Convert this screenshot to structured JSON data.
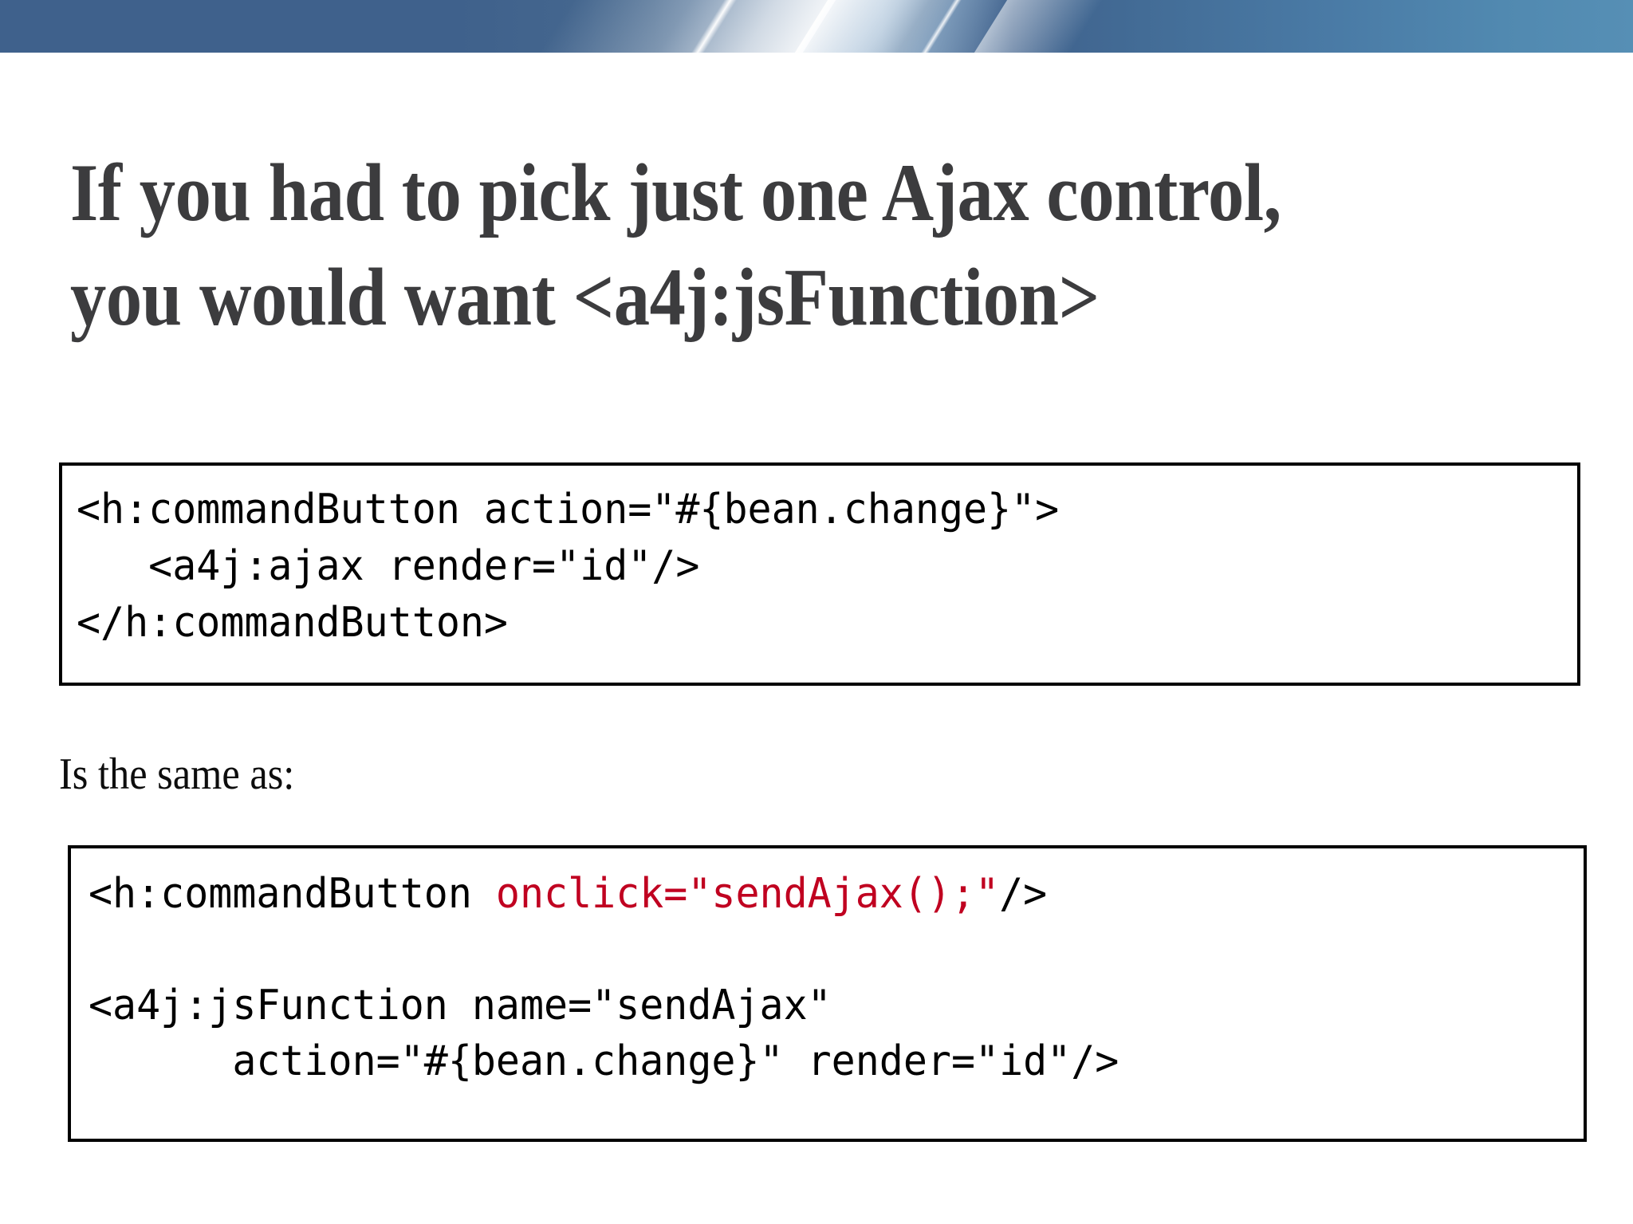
{
  "slide": {
    "title": "If you had to pick just one Ajax control, you would want <a4j:jsFunction>",
    "caption": "Is the same as:",
    "banner": {
      "base_color_left": "#3f618c",
      "base_color_right": "#5189b0",
      "highlight_color": "#ffffff"
    },
    "title_color": "#3c3c3e",
    "code_border_color": "#000000",
    "code_text_color": "#000000",
    "code_highlight_color": "#c00020"
  },
  "code_block_1": {
    "line_1": "<h:commandButton action=\"#{bean.change}\">",
    "line_2": "   <a4j:ajax render=\"id\"/>",
    "line_3": "</h:commandButton>"
  },
  "code_block_2": {
    "line_1_plain_start": "<h:commandButton ",
    "line_1_highlight": "onclick=\"sendAjax();\"",
    "line_1_plain_end": "/>",
    "line_2": "",
    "line_3": "<a4j:jsFunction name=\"sendAjax\"",
    "line_4": "      action=\"#{bean.change}\" render=\"id\"/>"
  }
}
